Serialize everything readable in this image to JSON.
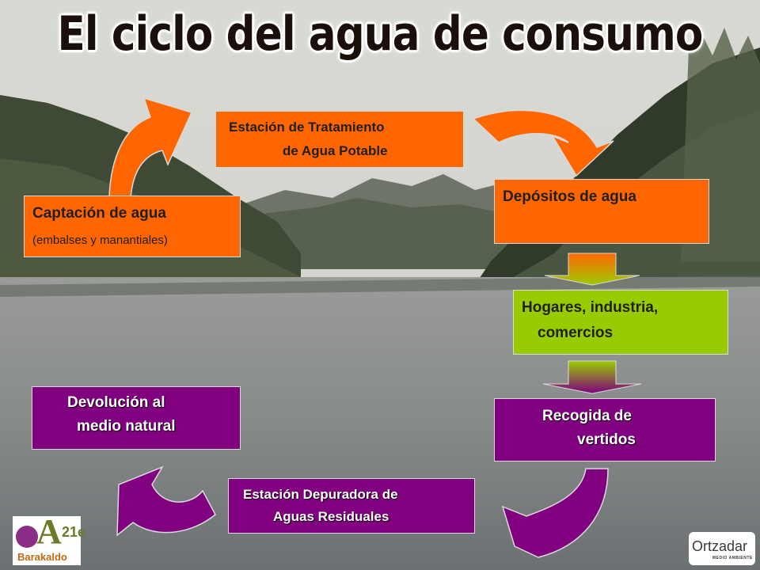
{
  "title": "El ciclo del agua de consumo",
  "boxes": {
    "captacion": {
      "title": "Captación de agua",
      "subtitle": "(embalses y manantiales)"
    },
    "etap": {
      "line1": "Estación de Tratamiento",
      "line2": "de Agua Potable"
    },
    "depositos": {
      "title": "Depósitos de agua"
    },
    "hogares": {
      "line1": "Hogares, industria,",
      "line2": "comercios"
    },
    "recogida": {
      "line1": "Recogida de",
      "line2": "vertidos"
    },
    "edar": {
      "line1": "Estación Depuradora de",
      "line2": "Aguas Residuales"
    },
    "devolucion": {
      "line1": "Devolución al",
      "line2": "medio natural"
    }
  },
  "logos": {
    "left": {
      "mark": "A",
      "sup": "21e",
      "name": "Barakaldo"
    },
    "right": {
      "name": "Ortzadar",
      "sub": "MEDIO AMBIENTE"
    }
  },
  "colors": {
    "orange": "#ff6600",
    "green": "#99cc00",
    "purple": "#800080",
    "sky": "#dcdcd6",
    "water": "#8d9091"
  }
}
